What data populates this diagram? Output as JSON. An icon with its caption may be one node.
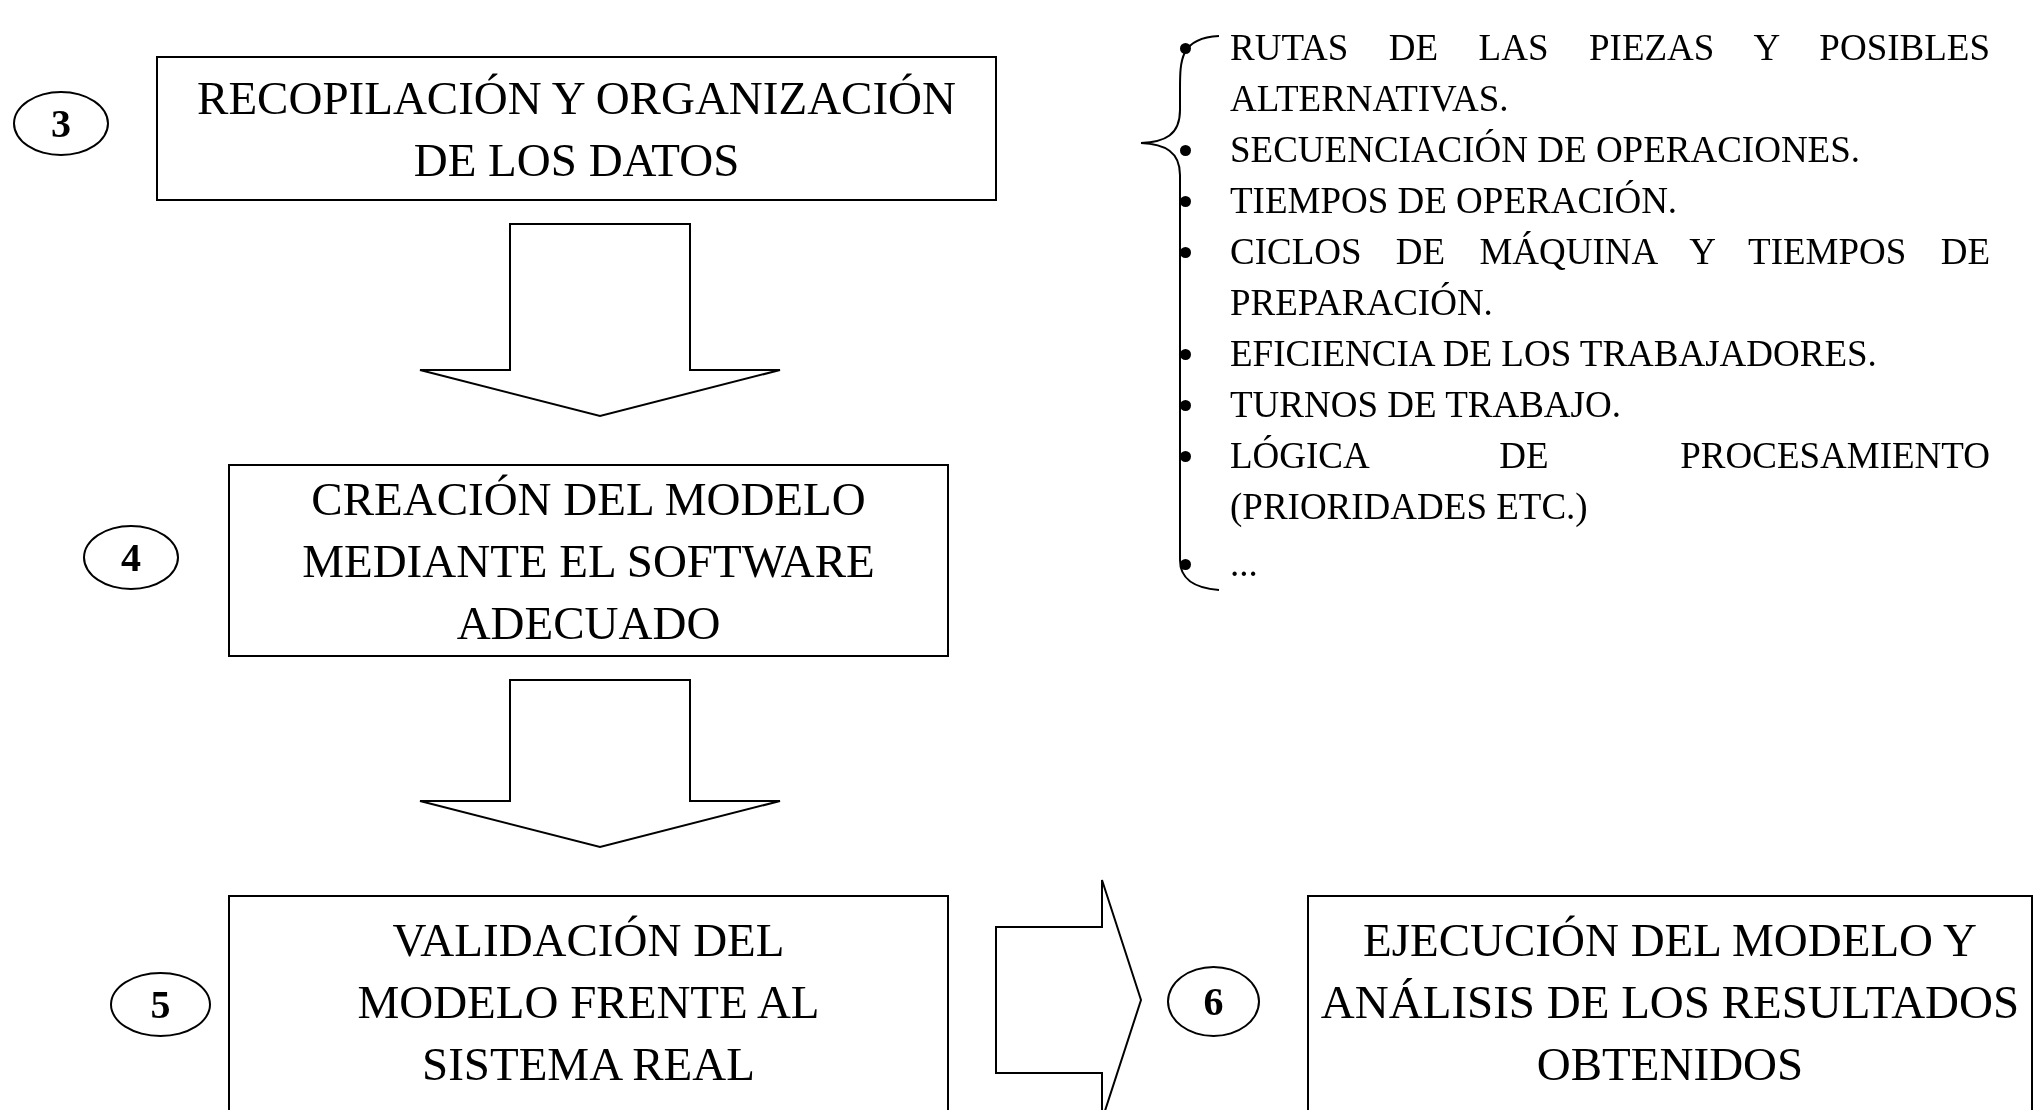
{
  "diagram": {
    "nodes": [
      {
        "text": [
          "3"
        ]
      },
      {
        "text": [
          "RECOPILACIÓN Y ORGANIZACIÓN DE LOS DATOS"
        ]
      },
      {
        "text": [
          "4"
        ]
      },
      {
        "text": [
          "CREACIÓN DEL MODELO MEDIANTE EL SOFTWARE ADECUADO"
        ]
      },
      {
        "text": [
          "5"
        ]
      },
      {
        "text": [
          "VALIDACIÓN DEL MODELO FRENTE AL SISTEMA REAL"
        ]
      },
      {
        "text": [
          "6"
        ]
      },
      {
        "text": [
          "EJECUCIÓN DEL MODELO Y ANÁLISIS DE LOS RESULTADOS OBTENIDOS"
        ]
      }
    ],
    "edges": [
      {
        "from": 1,
        "to": 3,
        "arrow": "to"
      },
      {
        "from": 3,
        "to": 5,
        "arrow": "to"
      },
      {
        "from": 5,
        "to": 6,
        "arrow": "to"
      }
    ],
    "labels": [
      "RUTAS DE LAS PIEZAS Y POSIBLES ALTERNATIVAS.",
      "SECUENCIACIÓN DE OPERACIONES.",
      "TIEMPOS DE OPERACIÓN.",
      "CICLOS DE MÁQUINA Y TIEMPOS DE PREPARACIÓN.",
      "EFICIENCIA DE LOS TRABAJADORES.",
      "TURNOS DE TRABAJO.",
      "LÓGICA DE PROCESAMIENTO (PRIORIDADES ETC.)",
      "..."
    ]
  }
}
